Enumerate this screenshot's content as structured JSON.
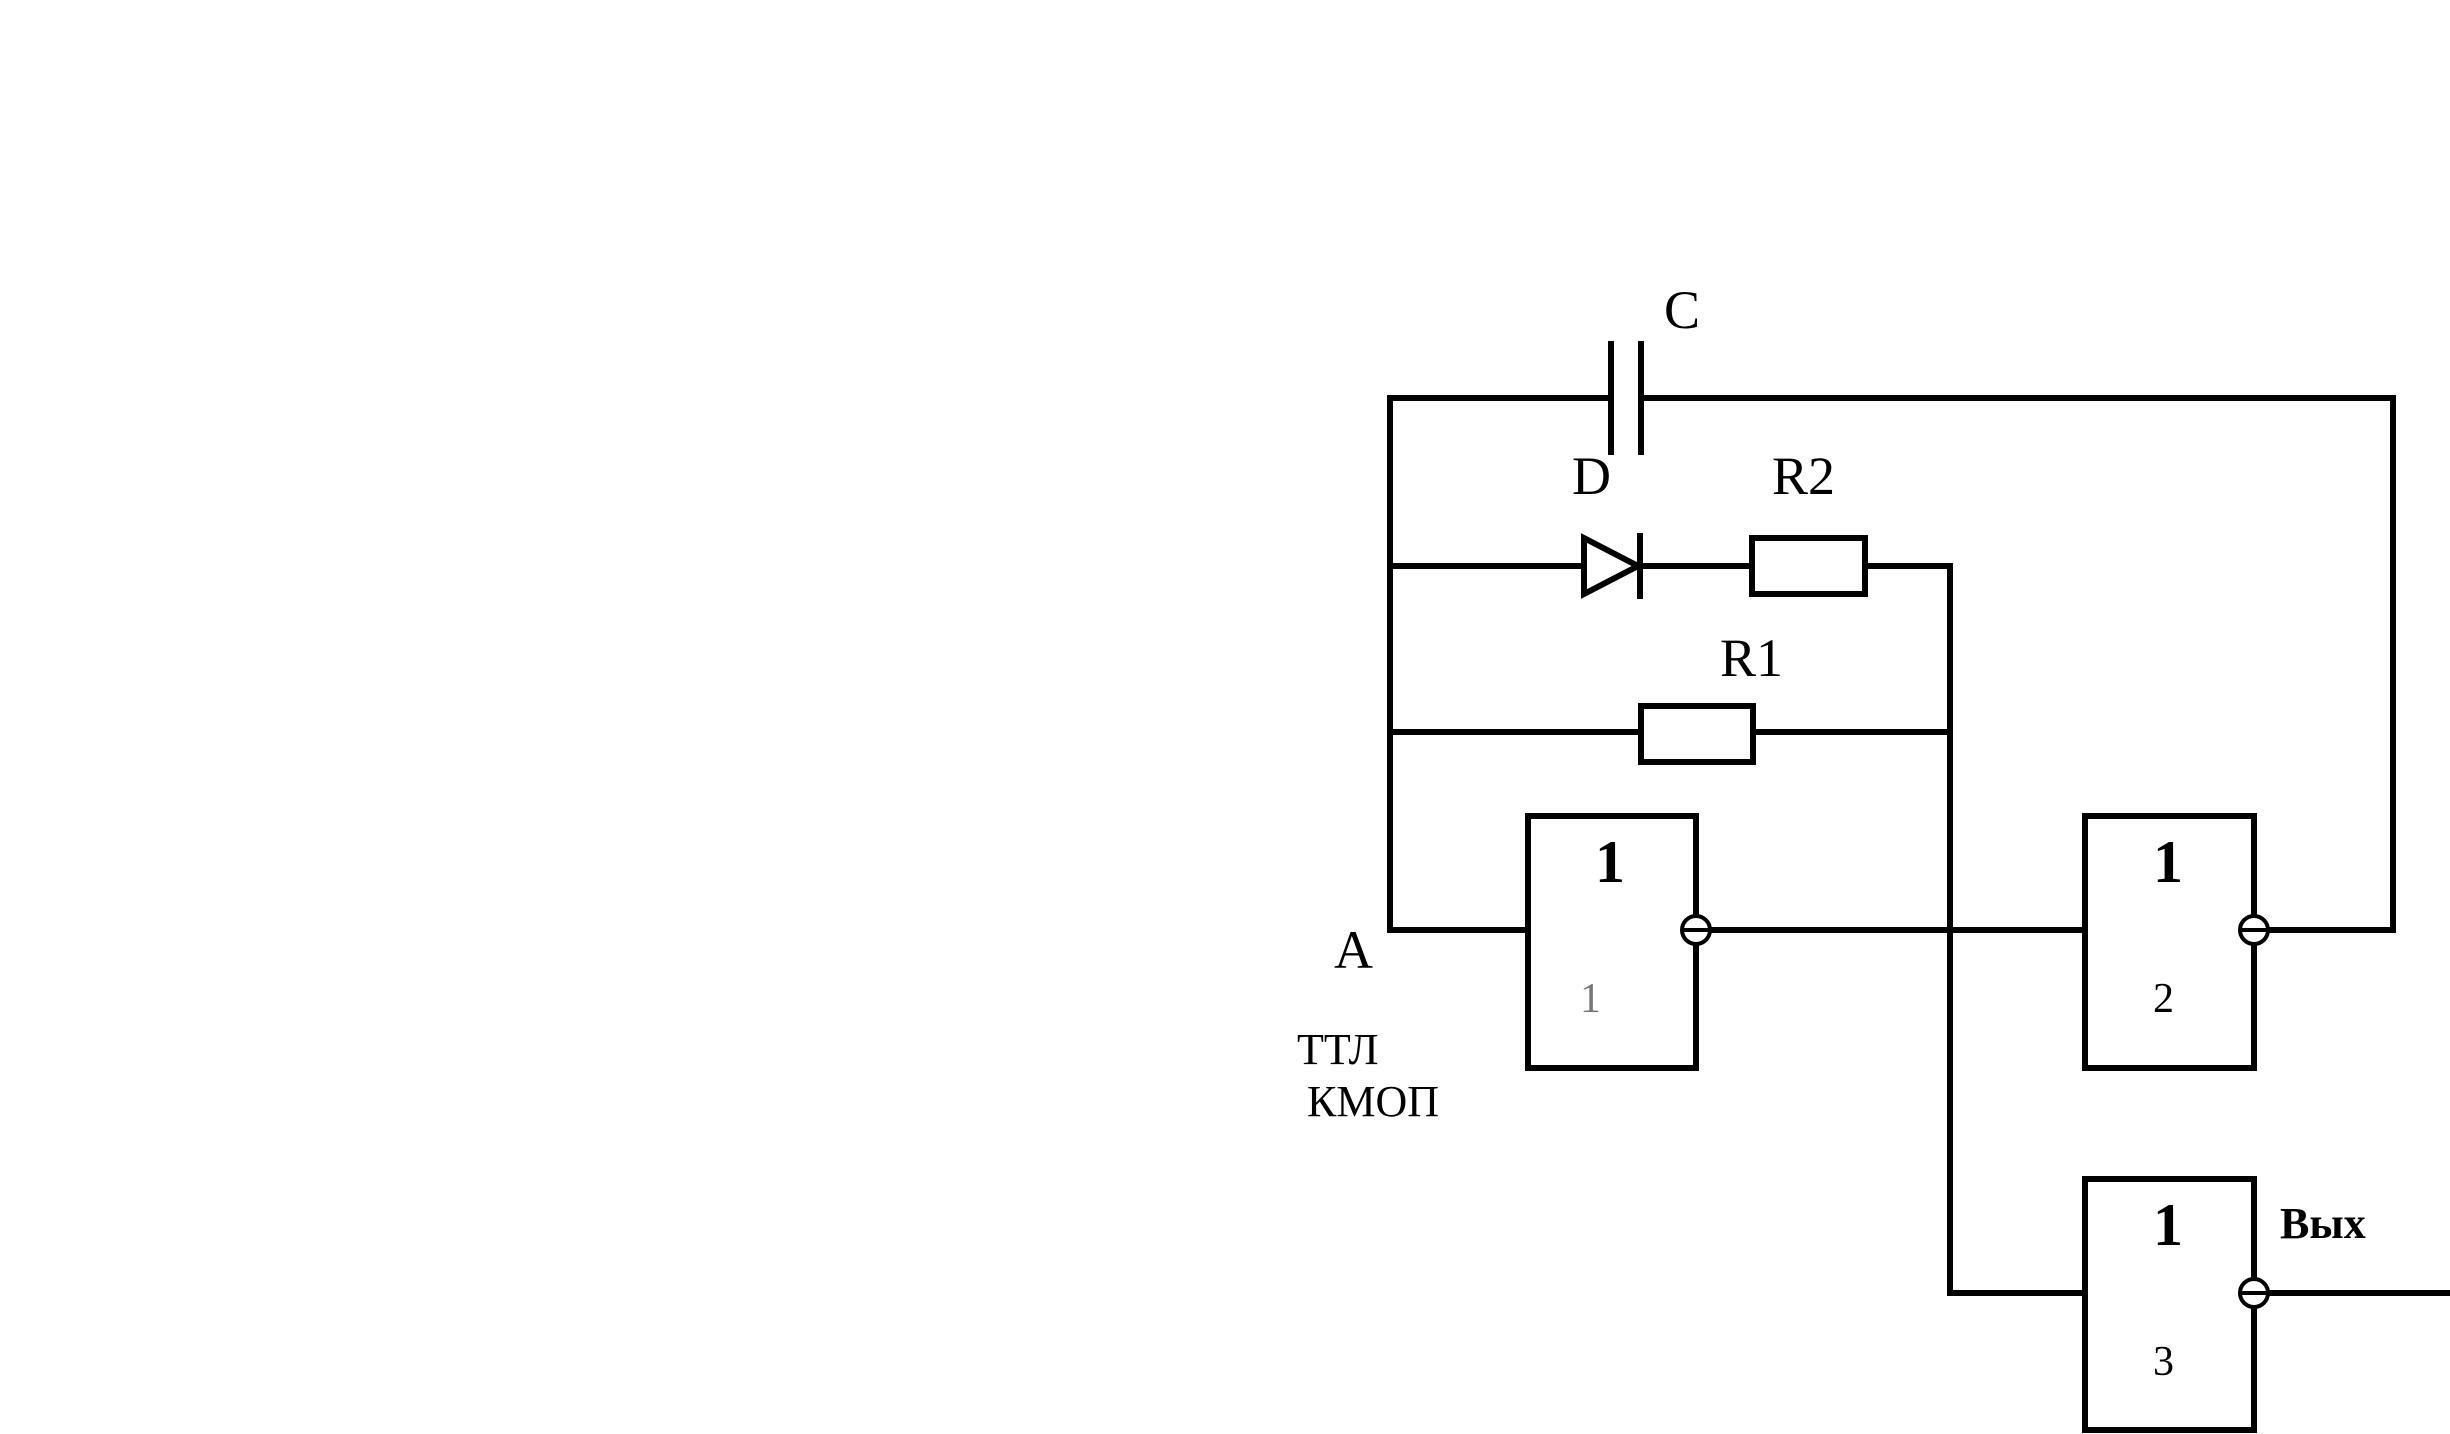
{
  "labels": {
    "capacitor": "C",
    "diode": "D",
    "resistor_2": "R2",
    "resistor_1": "R1",
    "node_a": "A",
    "logic_family_1": "ТТЛ",
    "logic_family_2": "КМОП",
    "output": "Вых"
  },
  "gates": [
    {
      "symbol": "1",
      "number": "1"
    },
    {
      "symbol": "1",
      "number": "2"
    },
    {
      "symbol": "1",
      "number": "3"
    }
  ],
  "colors": {
    "line": "#000000",
    "background": "#ffffff",
    "gate_1_number": "#777777"
  }
}
